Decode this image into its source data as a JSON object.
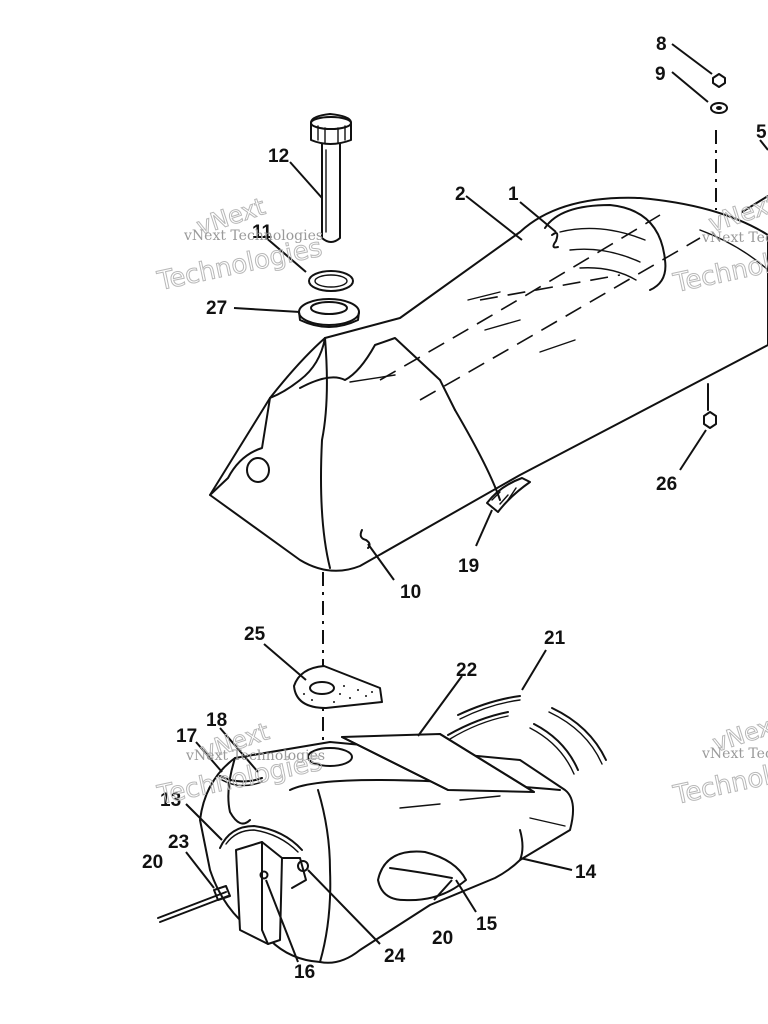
{
  "watermark": {
    "line1": "vNext Technologies",
    "line2": "Technologies",
    "vnext": "vNext"
  },
  "callouts": {
    "c1": "1",
    "c2": "2",
    "c5": "5",
    "c8": "8",
    "c9": "9",
    "c10": "10",
    "c11": "11",
    "c12": "12",
    "c13": "13",
    "c14": "14",
    "c15": "15",
    "c16": "16",
    "c17": "17",
    "c18": "18",
    "c19": "19",
    "c20a": "20",
    "c20b": "20",
    "c21": "21",
    "c22": "22",
    "c23": "23",
    "c24": "24",
    "c25": "25",
    "c26": "26",
    "c27": "27"
  }
}
